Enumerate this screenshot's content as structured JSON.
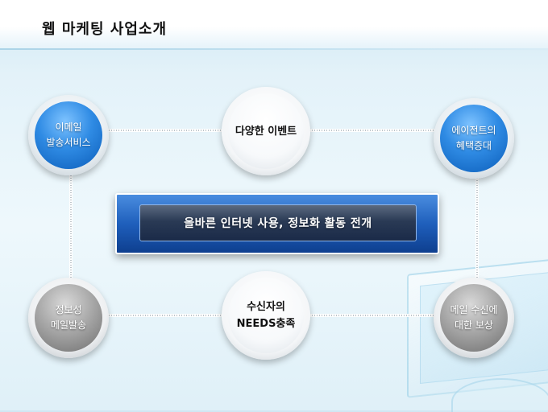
{
  "header": {
    "title": "웹 마케팅 사업소개"
  },
  "center": {
    "label": "올바른 인터넷 사용, 정보화 활동 전개"
  },
  "nodes": {
    "top_left": {
      "line1": "이메일",
      "line2": "발송서비스"
    },
    "top_center": {
      "line1": "다양한 이벤트"
    },
    "top_right": {
      "line1": "에이전트의",
      "line2": "혜택증대"
    },
    "bottom_left": {
      "line1": "정보성",
      "line2": "메일발송"
    },
    "bottom_center": {
      "line1": "수신자의",
      "line2": "NEEDS충족"
    },
    "bottom_right": {
      "line1": "메일 수신에",
      "line2": "대한 보상"
    }
  },
  "colors": {
    "accent_blue": "#2f8be4",
    "node_gray": "#a3a3a3",
    "banner_blue": "#1f5fbc",
    "connector": "#ffffff"
  }
}
